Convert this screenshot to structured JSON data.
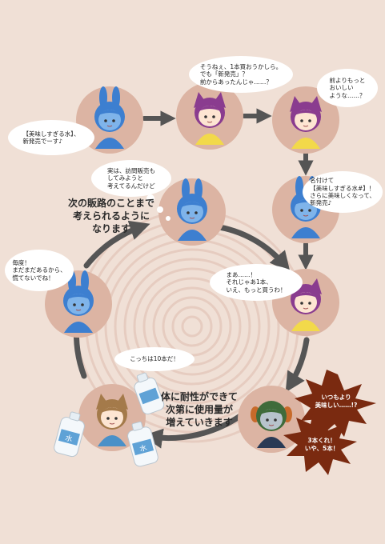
{
  "colors": {
    "background": "#f0e0d6",
    "node_circle": "#dcb4a3",
    "arrow": "#555555",
    "ring": "#e6ccc0",
    "burst": "#7a2a10"
  },
  "nodes": [
    {
      "id": "n1",
      "character": "blue-rabbit",
      "speech": "【美味しすぎる水】、\n新発売でーす♪"
    },
    {
      "id": "n2",
      "character": "purple-cat",
      "speech": "そうねぇ、1本買おうかしら。\nでも「新発売」？\n前からあったんじゃ……？"
    },
    {
      "id": "n3",
      "character": "purple-cat",
      "speech": "前よりもっと\nおいしい\nような……？"
    },
    {
      "id": "n4",
      "character": "blue-rabbit",
      "speech": "名付けて\n【美味しすぎる水#】！\nさらに美味しくなって、\n新発売♪"
    },
    {
      "id": "n5",
      "character": "purple-cat",
      "speech": "まあ……！\nそれじゃあ1本、\nいえ、もっと買うわ！"
    },
    {
      "id": "n6",
      "character": "green-dog",
      "speech": "いつもより\n美味しい……!?"
    },
    {
      "id": "n6b",
      "character": "green-dog",
      "speech": "3本くれ！\nいや、5本！"
    },
    {
      "id": "n7",
      "character": "brown-cat",
      "speech": "こっちは10本だ！"
    },
    {
      "id": "n8",
      "character": "blue-rabbit",
      "speech": "毎度！\nまだまだあるから、\n慌てないでね！"
    },
    {
      "id": "n9",
      "character": "blue-rabbit",
      "speech": "実は、訪問販売も\nしてみようと\n考えてるんだけど"
    }
  ],
  "captions": {
    "top": "次の販路のことまで\n考えられるように\nなります",
    "bottom": "体に耐性ができて\n次第に使用量が\n増えていきます"
  },
  "bottle_label": "水"
}
